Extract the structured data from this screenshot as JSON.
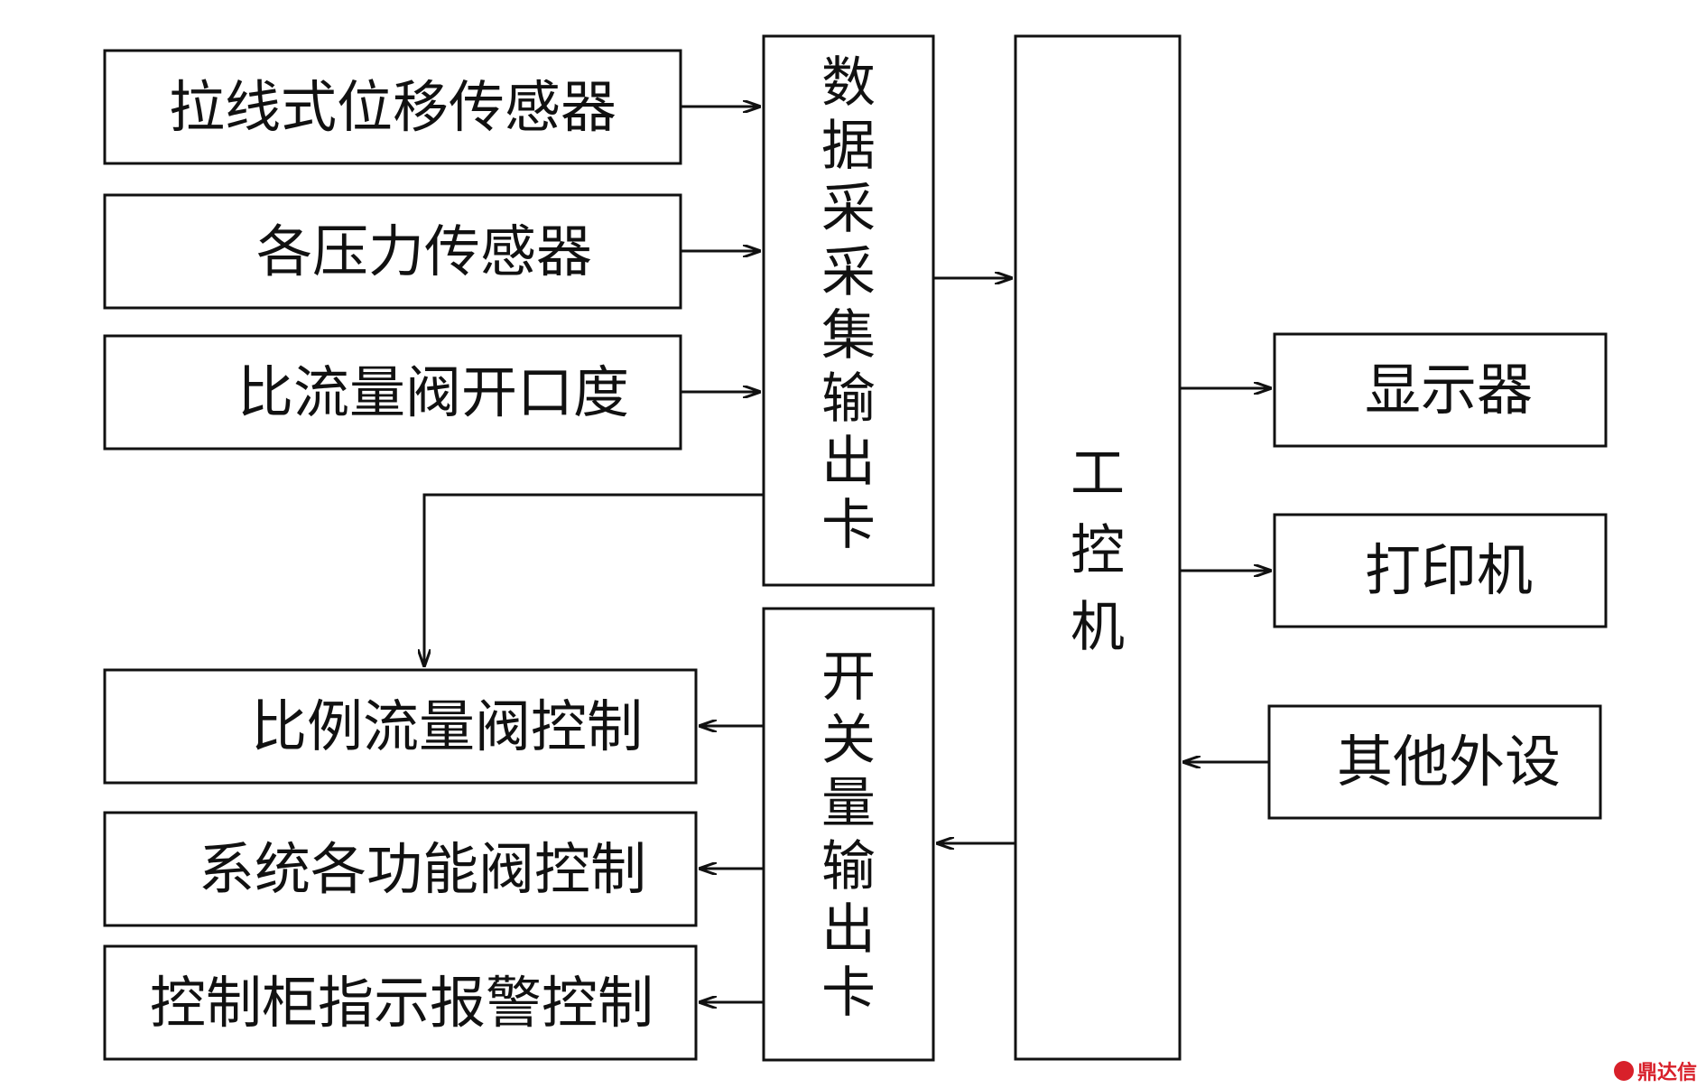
{
  "diagram": {
    "inputs": {
      "sensor_wire": "拉线式位移传感器",
      "sensor_pressure": "各压力传感器",
      "valve_opening": "比流量阀开口度"
    },
    "daq_card": "数据采采集输出卡",
    "ipc": "工控机",
    "switch_card": "开关量输出卡",
    "outputs": {
      "prop_valve": "比例流量阀控制",
      "func_valve": "系统各功能阀控制",
      "cabinet_alarm": "控制柜指示报警控制"
    },
    "peripherals": {
      "display": "显示器",
      "printer": "打印机",
      "other": "其他外设"
    }
  },
  "watermark": "鼎达信"
}
